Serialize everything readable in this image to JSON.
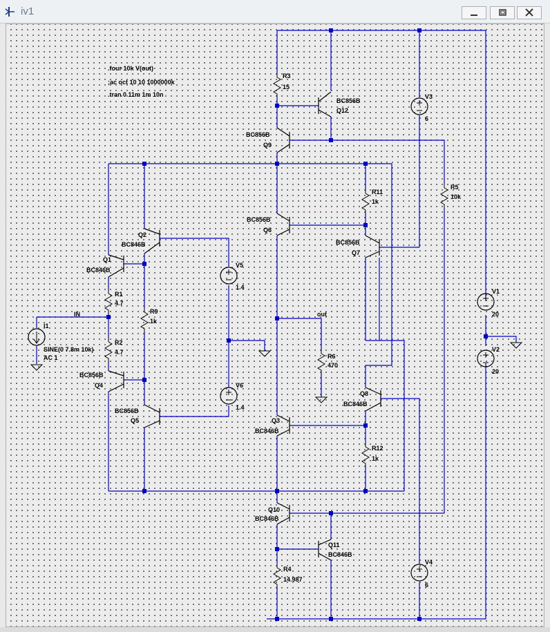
{
  "window": {
    "title": "iv1"
  },
  "directives": [
    ".four 10k V(out)",
    ";ac oct 10 10 1000000k",
    ".tran 0 11m 1m 10n"
  ],
  "components": {
    "R3": {
      "name": "R3",
      "value": "15"
    },
    "Q12": {
      "name": "Q12",
      "model": "BC856B"
    },
    "V3": {
      "name": "V3",
      "value": "6"
    },
    "Q9": {
      "name": "Q9",
      "model": "BC856B"
    },
    "R5": {
      "name": "R5",
      "value": "10k"
    },
    "R11": {
      "name": "R11",
      "value": "1k"
    },
    "Q6": {
      "name": "Q6",
      "model": "BC856B"
    },
    "Q2": {
      "name": "Q2",
      "model": "BC846B"
    },
    "Q7": {
      "name": "Q7",
      "model": "BC856B"
    },
    "Q1": {
      "name": "Q1",
      "model": "BC846B"
    },
    "V5": {
      "name": "V5",
      "value": "1.4"
    },
    "R1": {
      "name": "R1",
      "value": "4.7"
    },
    "V1": {
      "name": "V1",
      "value": "20"
    },
    "R9": {
      "name": "R9",
      "value": "1k"
    },
    "I1": {
      "name": "I1",
      "value": "SINE(0 7.8m 10k)",
      "ac": "AC 1"
    },
    "R2": {
      "name": "R2",
      "value": "4.7"
    },
    "V2": {
      "name": "V2",
      "value": "20"
    },
    "R6": {
      "name": "R6",
      "value": "470"
    },
    "Q4": {
      "name": "Q4",
      "model": "BC856B"
    },
    "Q8": {
      "name": "Q8",
      "model": "BC846B"
    },
    "V6": {
      "name": "V6",
      "value": "1.4"
    },
    "Q5": {
      "name": "Q5",
      "model": "BC856B"
    },
    "Q3": {
      "name": "Q3",
      "model": "BC846B"
    },
    "R12": {
      "name": "R12",
      "value": "1k"
    },
    "Q10": {
      "name": "Q10",
      "model": "BC846B"
    },
    "Q11": {
      "name": "Q11",
      "model": "BC846B"
    },
    "R4": {
      "name": "R4",
      "value": "14.987"
    },
    "V4": {
      "name": "V4",
      "value": "6"
    }
  },
  "nets": {
    "in": "IN",
    "out": "out"
  },
  "colors": {
    "wire": "#0000cc",
    "text": "#000000"
  }
}
